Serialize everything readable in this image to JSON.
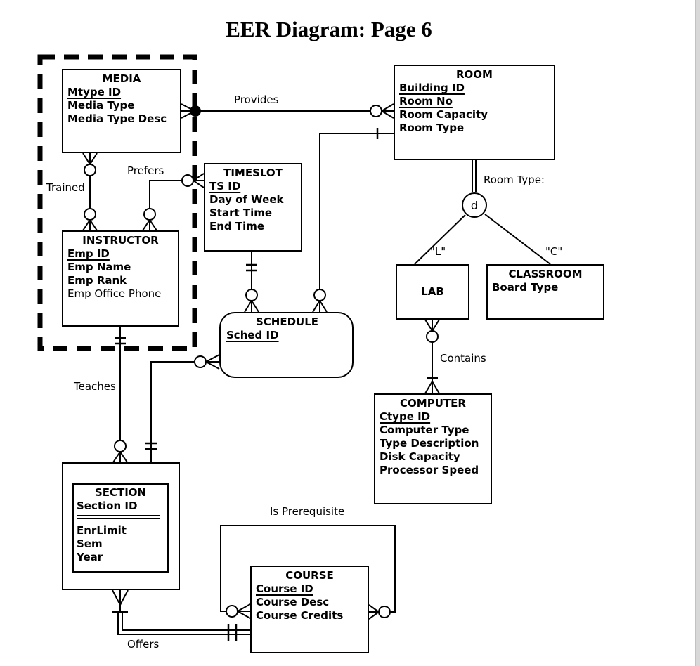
{
  "title": "EER Diagram: Page 6",
  "entities": {
    "media": {
      "name": "MEDIA",
      "attrs": [
        "Mtype ID",
        "Media Type",
        "Media Type Desc"
      ]
    },
    "room": {
      "name": "ROOM",
      "attrs": [
        "Building ID",
        "Room No",
        "Room Capacity",
        "Room Type"
      ]
    },
    "timeslot": {
      "name": "TIMESLOT",
      "attrs": [
        "TS ID",
        "Day of Week",
        "Start Time",
        "End Time"
      ]
    },
    "instructor": {
      "name": "INSTRUCTOR",
      "attrs": [
        "Emp ID",
        "Emp Name",
        "Emp Rank",
        "Emp Office Phone"
      ]
    },
    "schedule": {
      "name": "SCHEDULE",
      "attrs": [
        "Sched ID"
      ]
    },
    "lab": {
      "name": "LAB"
    },
    "classroom": {
      "name": "CLASSROOM",
      "attrs": [
        "Board Type"
      ]
    },
    "computer": {
      "name": "COMPUTER",
      "attrs": [
        "Ctype ID",
        "Computer Type",
        "Type Description",
        "Disk Capacity",
        "Processor Speed"
      ]
    },
    "section": {
      "name": "SECTION",
      "attrs": [
        "Section ID",
        "EnrLimit",
        "Sem",
        "Year"
      ]
    },
    "course": {
      "name": "COURSE",
      "attrs": [
        "Course ID",
        "Course Desc",
        "Course Credits"
      ]
    }
  },
  "relationships": {
    "provides": "Provides",
    "prefers": "Prefers",
    "trained": "Trained",
    "teaches": "Teaches",
    "contains": "Contains",
    "offers": "Offers",
    "is_prerequisite": "Is Prerequisite"
  },
  "subtype": {
    "circle_label": "d",
    "discriminator": "Room Type:",
    "lab_code": "\"L\"",
    "classroom_code": "\"C\""
  },
  "colors": {
    "line": "#000000",
    "background": "#ffffff",
    "scrollbar": "#d8d8d8"
  }
}
